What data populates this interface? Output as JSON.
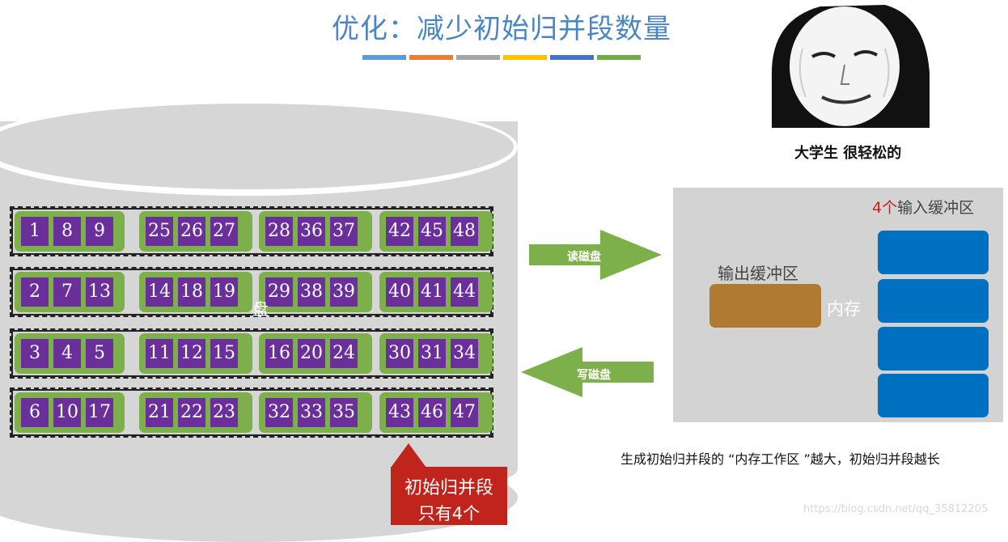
{
  "title": "优化：减少初始归并段数量",
  "title_bar_colors": [
    "#5b9bd5",
    "#ed7d31",
    "#a5a5a5",
    "#ffc000",
    "#4472c4",
    "#70ad47"
  ],
  "disk": {
    "rows": [
      [
        [
          "1",
          "8",
          "9"
        ],
        [
          "25",
          "26",
          "27"
        ],
        [
          "28",
          "36",
          "37"
        ],
        [
          "42",
          "45",
          "48"
        ]
      ],
      [
        [
          "2",
          "7",
          "13"
        ],
        [
          "14",
          "18",
          "19"
        ],
        [
          "29",
          "38",
          "39"
        ],
        [
          "40",
          "41",
          "44"
        ]
      ],
      [
        [
          "3",
          "4",
          "5"
        ],
        [
          "11",
          "12",
          "15"
        ],
        [
          "16",
          "20",
          "24"
        ],
        [
          "30",
          "31",
          "34"
        ]
      ],
      [
        [
          "6",
          "10",
          "17"
        ],
        [
          "21",
          "22",
          "23"
        ],
        [
          "32",
          "33",
          "35"
        ],
        [
          "43",
          "46",
          "47"
        ]
      ]
    ],
    "stray_char": "盘"
  },
  "callout": {
    "line1": "初始归并段",
    "line2": "只有4个"
  },
  "arrows": {
    "read": "读磁盘",
    "write": "写磁盘"
  },
  "memory": {
    "input_count": "4个",
    "input_label": "输入缓冲区",
    "output_label": "输出缓冲区",
    "memory_label": "内存"
  },
  "meme": {
    "caption": "大学生 很轻松的"
  },
  "note": "生成初始归并段的 “内存工作区 ”越大，初始归并段越长",
  "watermark": "https://blog.csdn.net/qq_35812205",
  "colors": {
    "title": "#4a86c5",
    "cell": "#6a2f9a",
    "group": "#7db04a",
    "arrow": "#7db04a",
    "callout": "#c0241d",
    "input_buffer": "#0070c0",
    "output_buffer": "#b07a32"
  }
}
